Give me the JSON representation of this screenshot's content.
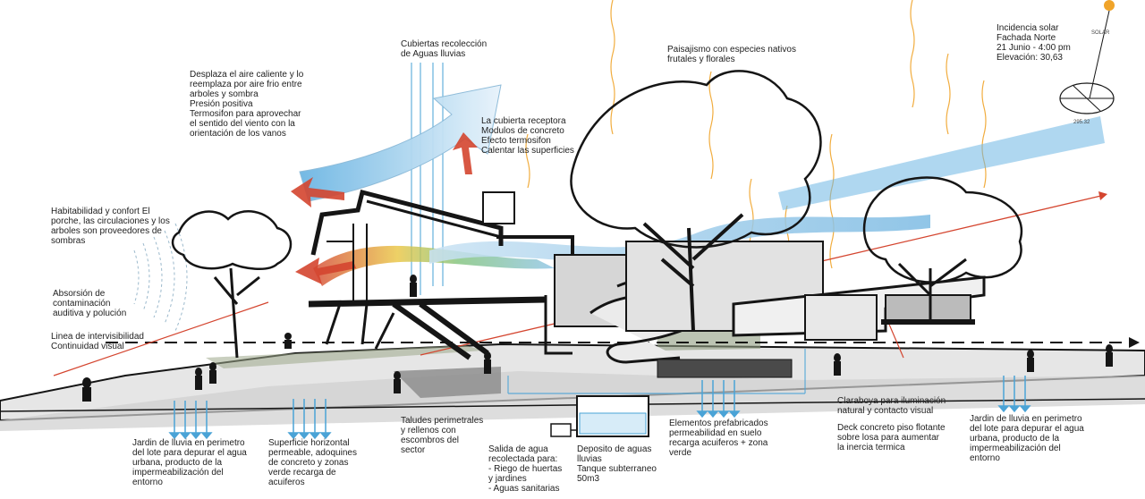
{
  "annotations": {
    "cubiertas": [
      "Cubiertas recolección",
      "de Aguas lluvias"
    ],
    "desplaza": [
      "Desplaza el aire caliente y lo",
      "reemplaza por aire frio entre",
      "arboles y sombra",
      "Presión positiva",
      "Termosifon para aprovechar",
      "el sentido del viento con la",
      "orientación de los vanos"
    ],
    "cubierta_receptora": [
      "La cubierta receptora",
      "Modulos de concreto",
      "Efecto termosifon",
      "Calentar las superficies"
    ],
    "paisajismo": [
      "Paisajismo con especies nativos",
      "frutales y florales"
    ],
    "incidencia": [
      "Incidencia solar",
      "Fachada Norte",
      "21 Junio - 4:00 pm",
      "Elevación: 30,63"
    ],
    "habitabilidad": [
      "Habitabilidad y confort El",
      "porche, las circulaciones y los",
      "arboles son proveedores de",
      "sombras"
    ],
    "absorcion": [
      "Absorsión de",
      "contaminación",
      "auditiva y polución"
    ],
    "intervisibilidad": [
      "Linea de intervisibilidad",
      "Continuidad visual"
    ],
    "jardin_izq": [
      "Jardin de lluvia en perimetro",
      "del lote para depurar el agua",
      "urbana, producto de la",
      "impermeabilización del",
      "entorno"
    ],
    "superficie": [
      "Superficie horizontal",
      "permeable, adoquines",
      "de concreto y zonas",
      "verde recarga de",
      "acuiferos"
    ],
    "taludes": [
      "Taludes perimetrales",
      "y rellenos con",
      "escombros del",
      "sector"
    ],
    "salida": [
      "Salida de agua",
      "recolectada para:",
      "- Riego de huertas",
      "y jardines",
      "- Aguas sanitarias"
    ],
    "deposito": [
      "Deposito de aguas",
      "lluvias",
      "Tanque subterraneo",
      "50m3"
    ],
    "elementos": [
      "Elementos prefabricados",
      "permeabilidad en suelo",
      "recarga acuiferos + zona",
      "verde"
    ],
    "claraboya": [
      "Claraboya para iluminación",
      "natural y contacto visual"
    ],
    "deck": [
      "Deck concreto piso flotante",
      "sobre losa para aumentar",
      "la inercia termica"
    ],
    "jardin_der": [
      "Jardin de lluvia en perimetro",
      "del lote para depurar el agua",
      "urbana, producto de la",
      "impermeabilización del",
      "entorno"
    ],
    "sun_azimuth": "295.32",
    "sun_top": "SOLAR"
  },
  "colors": {
    "ink": "#151515",
    "wind_blue": "#6db6e3",
    "warm_red": "#d4452f",
    "rain_blue": "#4aa3d6",
    "sun_orange": "#f0a42a",
    "ground": "#bfbfbf"
  }
}
